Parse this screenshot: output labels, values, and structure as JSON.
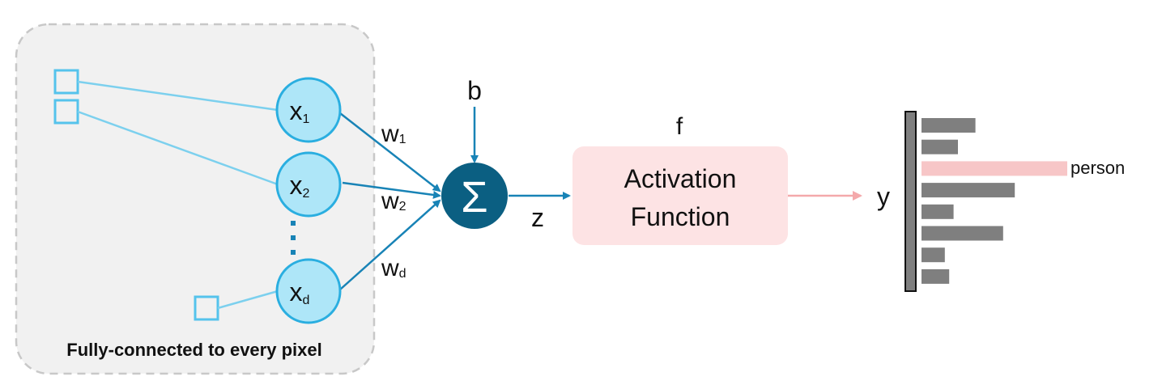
{
  "caption": "Fully-connected to every pixel",
  "inputs": [
    {
      "main": "x",
      "sub": "1"
    },
    {
      "main": "x",
      "sub": "2"
    },
    {
      "main": "x",
      "sub": "d"
    }
  ],
  "weights": [
    {
      "main": "w",
      "sub": "1"
    },
    {
      "main": "w",
      "sub": "2"
    },
    {
      "main": "w",
      "sub": "d"
    }
  ],
  "bias": "b",
  "sum_symbol": "Σ",
  "z_label": "z",
  "f_label": "f",
  "activation": {
    "line1": "Activation",
    "line2": "Function"
  },
  "output_label": "y",
  "output_class": "person",
  "output_bars": [
    0.37,
    0.25,
    1.0,
    0.64,
    0.22,
    0.56,
    0.16,
    0.19
  ],
  "highlight_index": 2,
  "colors": {
    "node_fill": "#aee6f8",
    "node_stroke": "#2aaee0",
    "line_light": "#7cd0ee",
    "line_dark": "#1883b6",
    "sum_fill": "#0b5f82",
    "activation_fill": "#fde3e4",
    "bar_gray": "#7f7f7f",
    "bar_highlight": "#f7c6c7",
    "panel_fill": "#f1f1f1",
    "panel_border": "#c8c8c8"
  }
}
